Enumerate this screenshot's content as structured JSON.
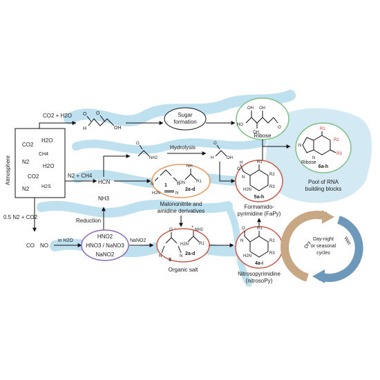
{
  "atmosphere": {
    "label": "Atmosphere",
    "gases": [
      "CO2",
      "H2O",
      "CH4",
      "N2",
      "H2O",
      "CO2",
      "N2",
      "H2S"
    ]
  },
  "reactants": {
    "co2_h2o": "CO2 + H2O",
    "n2_ch4": "N2 + CH4",
    "n2_co2": "0.5 N2 + CO2",
    "in_h2o": "in H2O",
    "nano2": "NaNO2"
  },
  "gases_bottom": {
    "co": "CO",
    "no": "NO"
  },
  "sugar_formation": [
    "Sugar",
    "formation"
  ],
  "ribose_label": "Ribose",
  "hydrolysis": "Hydrolysis",
  "hcn": "HCN",
  "nh3": "NH3",
  "reduction": "Reduction",
  "nitrites": [
    "HNO2",
    "HNO3 / NaNO3",
    "NaNO2"
  ],
  "malononitrile": {
    "num1": "1",
    "num2": "2a-d",
    "label": [
      "Malononitrile and",
      "amidine derivatives"
    ]
  },
  "organic_salt": {
    "num3": "3",
    "num2": "2a-d",
    "label": "Organic salt"
  },
  "fapy": {
    "num": "5a-h",
    "label": [
      "Formamido-",
      "pyrimidine (FaPy)"
    ]
  },
  "nitrosopy": {
    "num": "4a-i",
    "label": [
      "Nitrosopyrimidine",
      "(nitrosoPy)"
    ]
  },
  "pool": {
    "num": "6a-h",
    "label": [
      "Pool of RNA",
      "building blocks"
    ],
    "ribose": "Ribose"
  },
  "cycle": {
    "dry": "Dry",
    "wet": "Wet",
    "label": [
      "Day-night",
      "or seasonal",
      "cycles"
    ]
  },
  "atoms": {
    "H": "H",
    "O": "O",
    "OH": "OH",
    "HO": "HO",
    "N": "N",
    "H2N": "H2N",
    "NH": "NH",
    "NH2": "NH2",
    "R1": "R1",
    "R2": "R2",
    "R3": "R3",
    "plus": "+",
    "minus": "−"
  },
  "colors": {
    "water": "#bfe0ee",
    "green": "#7dbf84",
    "orange": "#e8965a",
    "red": "#c8584a",
    "purple": "#8a6ab8",
    "cycle_tan": "#c8a884",
    "cycle_blue": "#6d98b9",
    "pool_fill": "#d3e9f3"
  }
}
